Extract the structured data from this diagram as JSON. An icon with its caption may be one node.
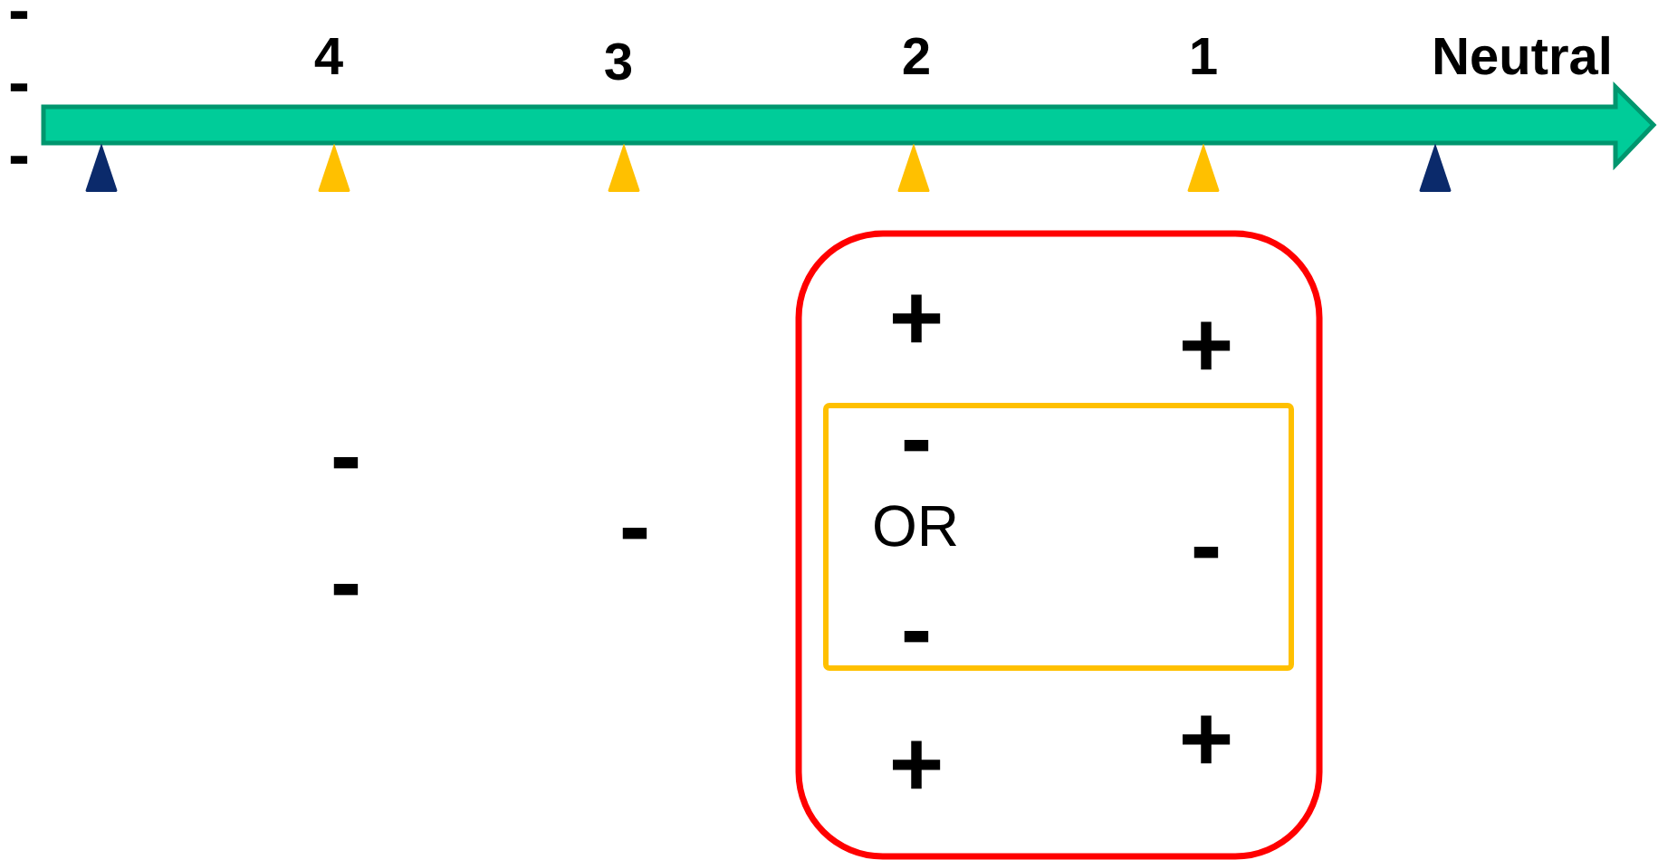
{
  "diagram": {
    "nodes": [
      {
        "text": [
          "+",
          "+",
          "+",
          "+"
        ]
      },
      {
        "text": [
          "-",
          "OR",
          "-",
          "-"
        ],
        "in": 0
      }
    ],
    "labels": [
      "-",
      "4",
      "3",
      "2",
      "1",
      "Neutral",
      "-",
      "-",
      "-",
      "-",
      "-"
    ]
  }
}
